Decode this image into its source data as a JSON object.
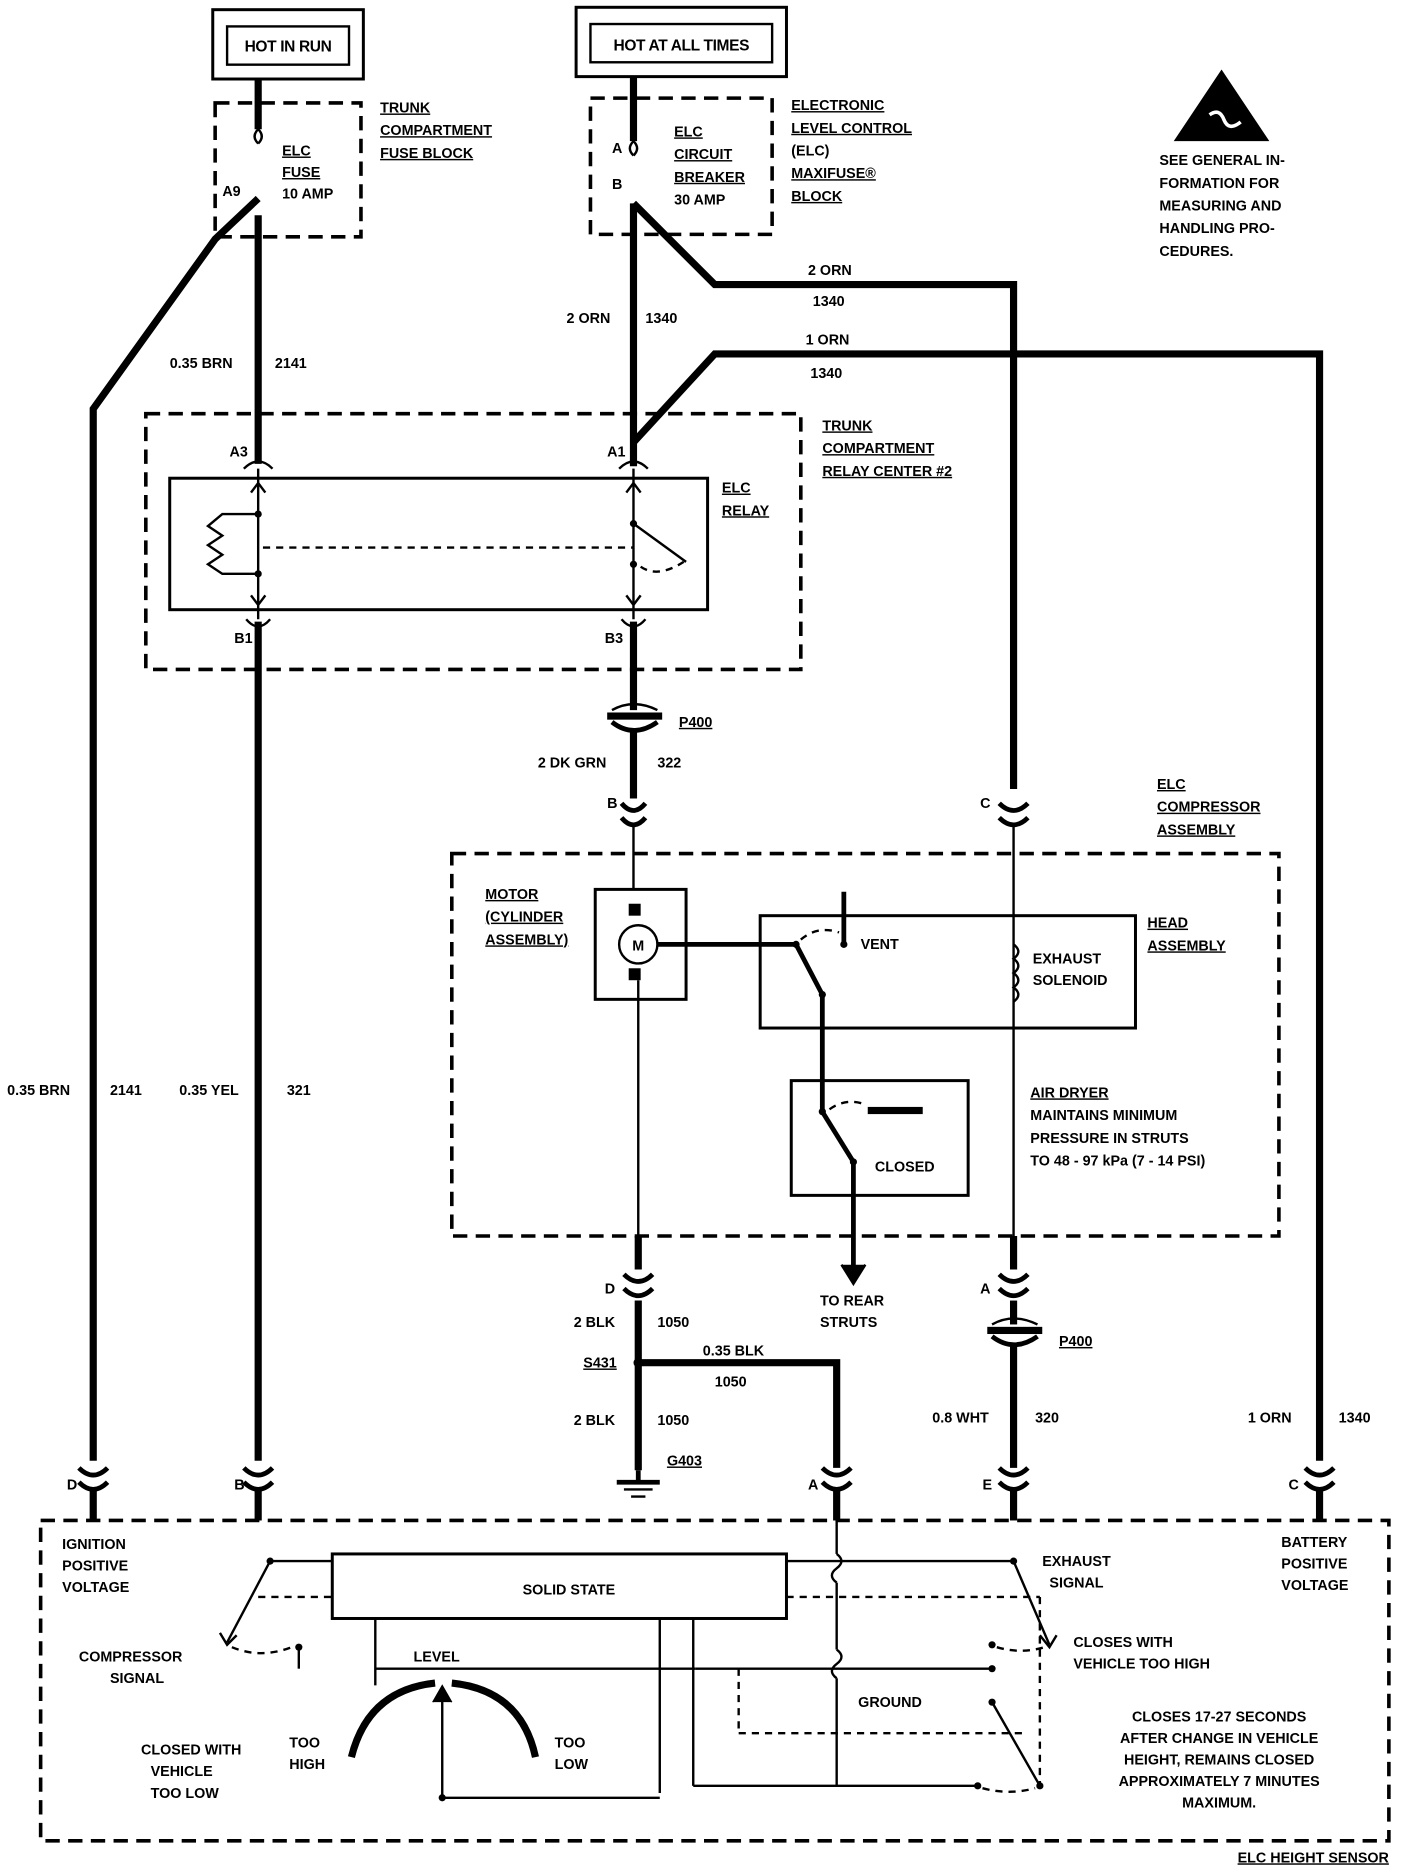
{
  "header": {
    "hot_in_run": "HOT IN RUN",
    "hot_at_all_times": "HOT AT ALL TIMES"
  },
  "warning": {
    "icon": "esd-warning-icon",
    "line1": "SEE GENERAL IN-",
    "line2": "FORMATION FOR",
    "line3": "MEASURING AND",
    "line4": "HANDLING PRO-",
    "line5": "CEDURES."
  },
  "fuse_block": {
    "title1": "TRUNK",
    "title2": "COMPARTMENT",
    "title3": "FUSE BLOCK",
    "fuse_label1": "ELC",
    "fuse_label2": "FUSE",
    "fuse_label3": "10 AMP",
    "terminal": "A9"
  },
  "maxifuse_block": {
    "title1": "ELECTRONIC",
    "title2": "LEVEL CONTROL",
    "title3": "(ELC)",
    "title4": "MAXIFUSE®",
    "title5": "BLOCK",
    "breaker1": "ELC",
    "breaker2": "CIRCUIT",
    "breaker3": "BREAKER",
    "breaker4": "30 AMP",
    "term_a": "A",
    "term_b": "B"
  },
  "relay_center": {
    "title1": "TRUNK",
    "title2": "COMPARTMENT",
    "title3": "RELAY CENTER #2",
    "relay1": "ELC",
    "relay2": "RELAY",
    "a3": "A3",
    "a1": "A1",
    "b1": "B1",
    "b3": "B3"
  },
  "wires": {
    "w_035brn": "0.35 BRN",
    "c_2141": "2141",
    "w_2orn_a": "2 ORN",
    "c_1340_a": "1340",
    "w_2orn_b": "2 ORN",
    "c_1340_b": "1340",
    "w_1orn_a": "1 ORN",
    "c_1340_c": "1340",
    "w_2dkgrn": "2 DK GRN",
    "c_322": "322",
    "p400_a": "P400",
    "w_035brn_b": "0.35 BRN",
    "c_2141_b": "2141",
    "w_035yel": "0.35 YEL",
    "c_321": "321",
    "w_2blk_a": "2 BLK",
    "c_1050_a": "1050",
    "s431": "S431",
    "w_035blk": "0.35 BLK",
    "c_1050_b": "1050",
    "w_2blk_b": "2 BLK",
    "c_1050_c": "1050",
    "g403": "G403",
    "p400_b": "P400",
    "w_08wht": "0.8 WHT",
    "c_320": "320",
    "w_1orn_b": "1 ORN",
    "c_1340_d": "1340"
  },
  "compressor": {
    "title1": "ELC",
    "title2": "COMPRESSOR",
    "title3": "ASSEMBLY",
    "term_b": "B",
    "term_c": "C",
    "term_d": "D",
    "term_a": "A",
    "motor1": "MOTOR",
    "motor2": "(CYLINDER",
    "motor3": "ASSEMBLY)",
    "motor_m": "M",
    "head1": "HEAD",
    "head2": "ASSEMBLY",
    "vent": "VENT",
    "exhaust1": "EXHAUST",
    "exhaust2": "SOLENOID",
    "dryer1": "AIR DRYER",
    "dryer2": "MAINTAINS MINIMUM",
    "dryer3": "PRESSURE IN STRUTS",
    "dryer4": "TO 48 - 97 kPa (7 - 14 PSI)",
    "closed": "CLOSED",
    "rear1": "TO REAR",
    "rear2": "STRUTS"
  },
  "sensor": {
    "title": "ELC HEIGHT SENSOR",
    "term_d": "D",
    "term_b": "B",
    "term_a": "A",
    "term_e": "E",
    "term_c": "C",
    "ign1": "IGNITION",
    "ign2": "POSITIVE",
    "ign3": "VOLTAGE",
    "bat1": "BATTERY",
    "bat2": "POSITIVE",
    "bat3": "VOLTAGE",
    "solid_state": "SOLID STATE",
    "exh_sig1": "EXHAUST",
    "exh_sig2": "SIGNAL",
    "comp_sig1": "COMPRESSOR",
    "comp_sig2": "SIGNAL",
    "level": "LEVEL",
    "too_high1": "TOO",
    "too_high2": "HIGH",
    "too_low1": "TOO",
    "too_low2": "LOW",
    "ground": "GROUND",
    "closed_low1": "CLOSED WITH",
    "closed_low2": "VEHICLE",
    "closed_low3": "TOO LOW",
    "closes_high1": "CLOSES WITH",
    "closes_high2": "VEHICLE TOO HIGH",
    "closes_t1": "CLOSES 17-27 SECONDS",
    "closes_t2": "AFTER CHANGE IN VEHICLE",
    "closes_t3": "HEIGHT, REMAINS CLOSED",
    "closes_t4": "APPROXIMATELY 7 MINUTES",
    "closes_t5": "MAXIMUM."
  }
}
